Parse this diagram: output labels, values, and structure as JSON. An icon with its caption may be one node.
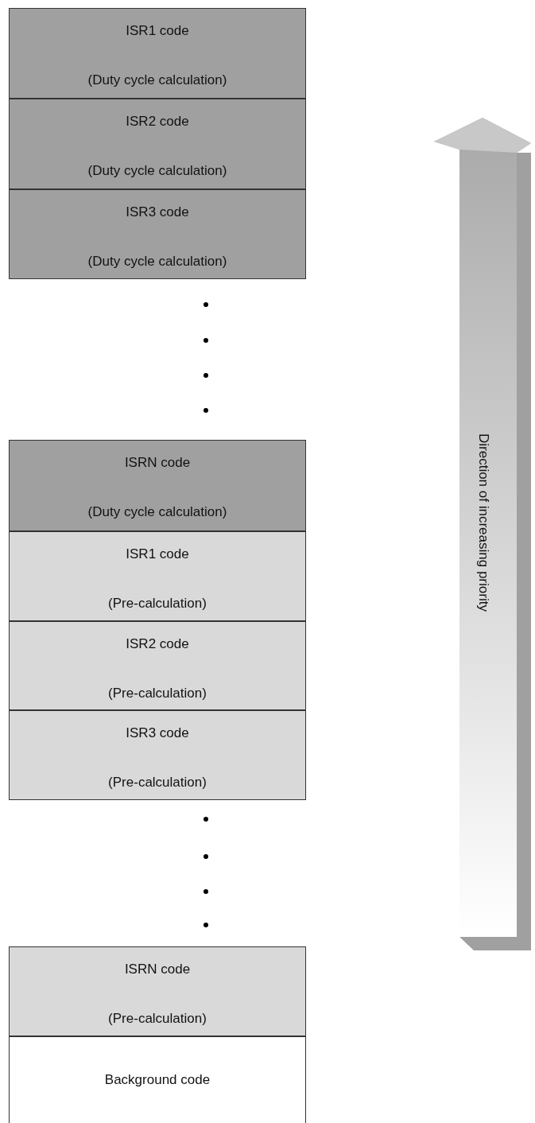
{
  "diagram": {
    "nodes": [
      {
        "text": [
          "ISR1 code",
          "(Duty cycle calculation)"
        ]
      },
      {
        "text": [
          "ISR2 code",
          "(Duty cycle calculation)"
        ]
      },
      {
        "text": [
          "ISR3 code",
          "(Duty cycle calculation)"
        ]
      },
      {
        "text": [
          "ISRN code",
          "(Duty cycle calculation)"
        ]
      },
      {
        "text": [
          "ISR1 code",
          "(Pre-calculation)"
        ]
      },
      {
        "text": [
          "ISR2 code",
          "(Pre-calculation)"
        ]
      },
      {
        "text": [
          "ISR3 code",
          "(Pre-calculation)"
        ]
      },
      {
        "text": [
          "ISRN code",
          "(Pre-calculation)"
        ]
      },
      {
        "text": [
          "Background code"
        ]
      }
    ],
    "edges": [],
    "labels": [
      "Direction of increasing priority"
    ]
  }
}
